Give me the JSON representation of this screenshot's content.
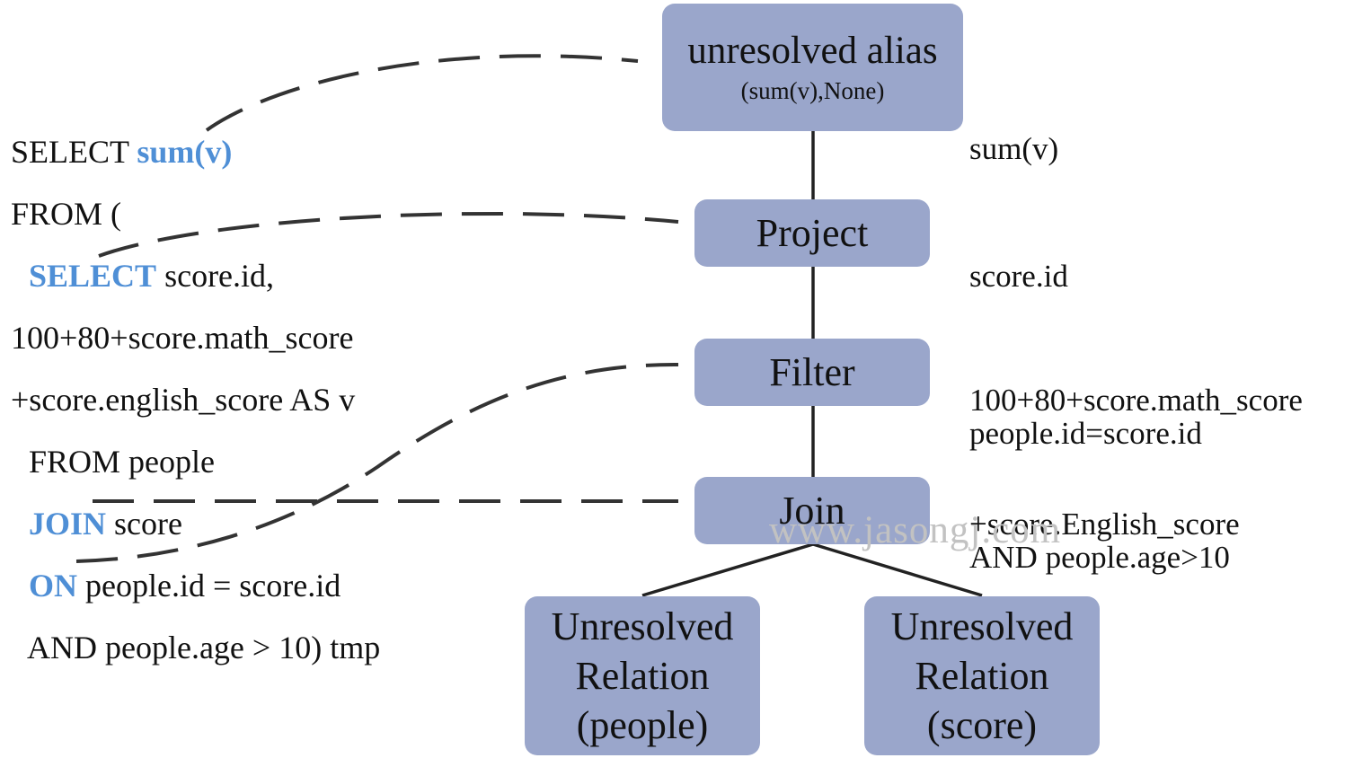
{
  "nodes": {
    "alias": {
      "title": "unresolved alias",
      "subtitle": "(sum(v),None)"
    },
    "project": {
      "label": "Project"
    },
    "filter": {
      "label": "Filter"
    },
    "join": {
      "label": "Join"
    },
    "relation_people": {
      "line1": "Unresolved",
      "line2": "Relation",
      "line3": "(people)"
    },
    "relation_score": {
      "line1": "Unresolved",
      "line2": "Relation",
      "line3": "(score)"
    }
  },
  "annotations": {
    "alias": [
      "sum(v)"
    ],
    "project": [
      "score.id",
      "100+80+score.math_score",
      "+score.English_score"
    ],
    "filter": [
      "people.id=score.id",
      "AND people.age>10"
    ]
  },
  "sql": {
    "line1": {
      "text": "SELECT ",
      "keyword": "sum(v)"
    },
    "line2": {
      "text": "FROM ("
    },
    "line3": {
      "keyword": "SELECT",
      "text": " score.id,"
    },
    "line4": {
      "text": "100+80+score.math_score"
    },
    "line5": {
      "text": "+score.english_score AS v"
    },
    "line6": {
      "text": "FROM people"
    },
    "line7": {
      "keyword": "JOIN",
      "text": " score"
    },
    "line8": {
      "keyword": "ON",
      "text": " people.id = score.id"
    },
    "line9": {
      "text": "AND people.age > 10) tmp"
    }
  },
  "watermark": "www.jasongj.com",
  "colors": {
    "node_fill": "#9aa6cb",
    "keyword": "#4f8fd6",
    "edge": "#222222",
    "watermark": "#c2c2c2"
  }
}
